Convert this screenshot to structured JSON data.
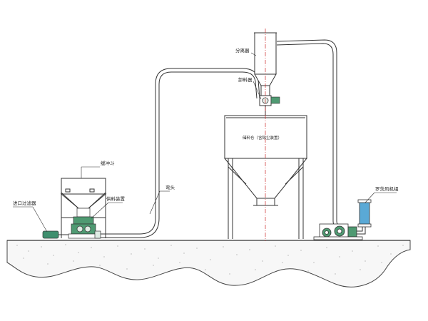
{
  "labels": {
    "separator": "分离器",
    "discharger": "卸料器",
    "silo": "储料仓（含除尘装置）",
    "buffer_hopper": "缓冲斗",
    "feeder": "供料装置",
    "elbow": "弯头",
    "inlet_filter": "进口过滤器",
    "blower_unit": "罗茨风机组"
  },
  "colors": {
    "pipe": "#333333",
    "ground_fill": "#f7f7f7",
    "equipment_green": "#4f9a72",
    "silencer_blue": "#5aa9d6",
    "center_line": "#cc2b2b"
  }
}
